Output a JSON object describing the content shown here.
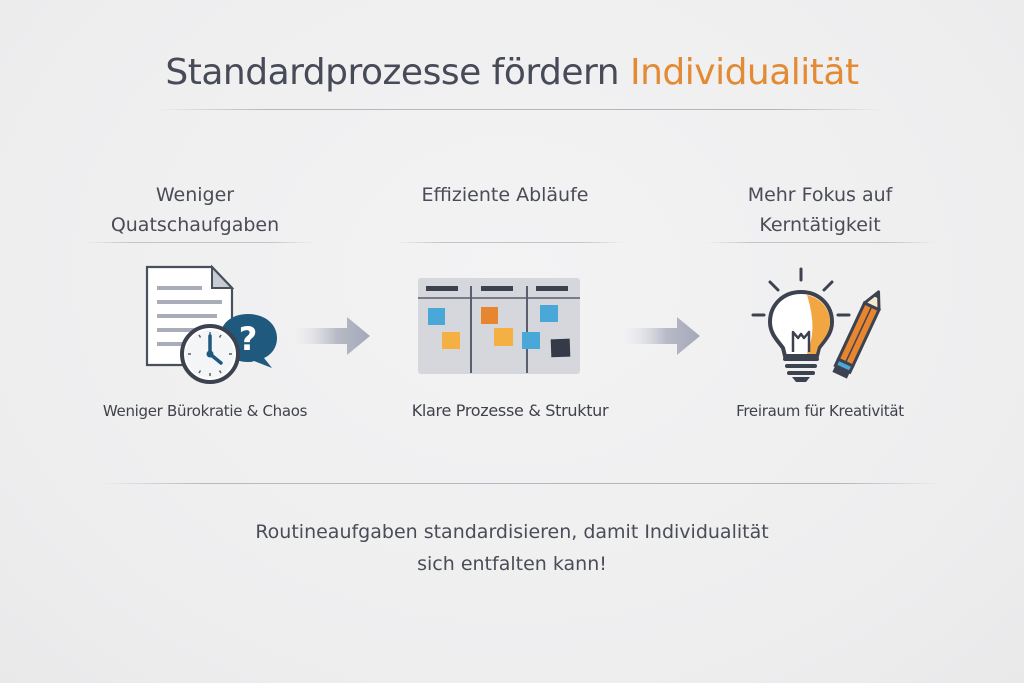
{
  "title": {
    "main": "Standardprozesse fördern ",
    "accent": "Individualität",
    "accent_color": "#e38a35"
  },
  "columns": [
    {
      "heading_line1": "Weniger",
      "heading_line2": "Quatschaufgaben",
      "icon": "document-clock-question-icon",
      "caption": "Weniger Bürokratie & Chaos"
    },
    {
      "heading_line1": "Effiziente Abläufe",
      "heading_line2": "",
      "icon": "kanban-board-icon",
      "caption": "Klare Prozesse & Struktur"
    },
    {
      "heading_line1": "Mehr Fokus auf",
      "heading_line2": "Kerntätigkeit",
      "icon": "lightbulb-pencil-icon",
      "caption": "Freiraum für Kreativität"
    }
  ],
  "arrows": [
    "arrow-right-icon",
    "arrow-right-icon"
  ],
  "footer": {
    "line1": "Routineaufgaben standardisieren, damit Individualität",
    "line2": "sich entfalten kann!"
  },
  "colors": {
    "text": "#4a4d57",
    "accent_orange": "#e38a35",
    "dark_blue": "#1f5a7e",
    "sticky_blue": "#4aa8d8",
    "sticky_orange": "#e8862f",
    "sticky_yellow": "#f4b042",
    "sticky_dark": "#353a48"
  }
}
